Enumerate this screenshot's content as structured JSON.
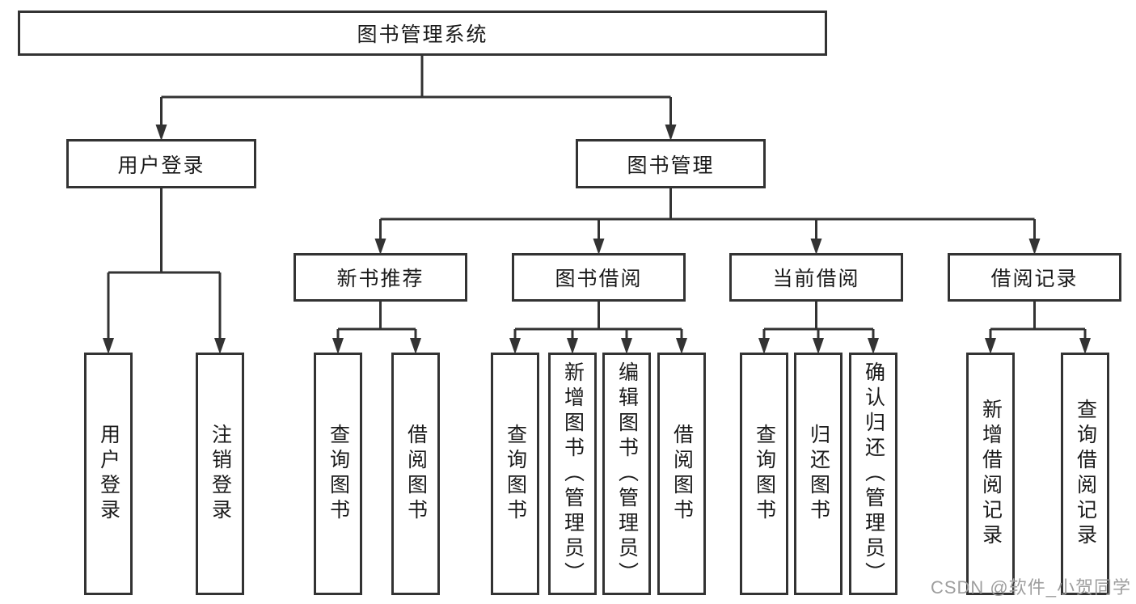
{
  "tree": {
    "label": "图书管理系统",
    "children": [
      {
        "label": "用户登录",
        "children": [
          {
            "label": "用户登录"
          },
          {
            "label": "注销登录"
          }
        ]
      },
      {
        "label": "图书管理",
        "children": [
          {
            "label": "新书推荐",
            "children": [
              {
                "label": "查询图书"
              },
              {
                "label": "借阅图书"
              }
            ]
          },
          {
            "label": "图书借阅",
            "children": [
              {
                "label": "查询图书"
              },
              {
                "label": "新增图书（管理员）"
              },
              {
                "label": "编辑图书（管理员）"
              },
              {
                "label": "借阅图书"
              }
            ]
          },
          {
            "label": "当前借阅",
            "children": [
              {
                "label": "查询图书"
              },
              {
                "label": "归还图书"
              },
              {
                "label": "确认归还（管理员）"
              }
            ]
          },
          {
            "label": "借阅记录",
            "children": [
              {
                "label": "新增借阅记录"
              },
              {
                "label": "查询借阅记录"
              }
            ]
          }
        ]
      }
    ]
  },
  "watermark": "CSDN @软件_小贺同学",
  "colors": {
    "line": "#333333",
    "text": "#1a1a1a",
    "watermark": "#9e9e9e",
    "background": "#ffffff"
  }
}
